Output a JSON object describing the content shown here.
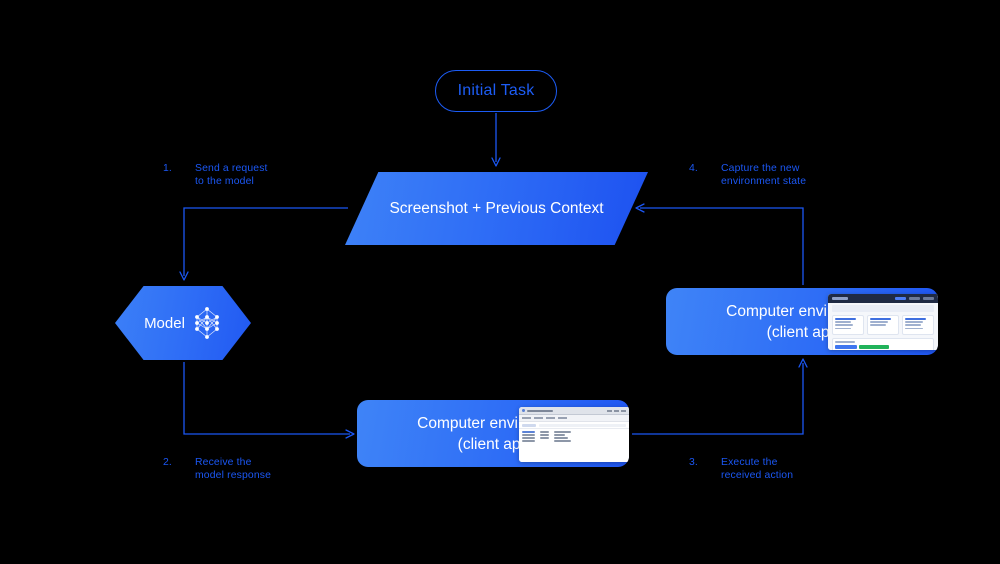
{
  "diagram": {
    "title_node": {
      "label": "Initial Task"
    },
    "context_node": {
      "label": "Screenshot + Previous Context"
    },
    "model_node": {
      "label": "Model",
      "icon": "neural-network-icon"
    },
    "env_right": {
      "label": "Computer environment\n(client app)",
      "line1": "Computer environment",
      "line2": "(client app)"
    },
    "env_bottom": {
      "label": "Computer environment\n(client app)",
      "line1": "Computer environment",
      "line2": "(client app)"
    },
    "steps": [
      {
        "num": "1.",
        "line1": "Send a request",
        "line2": "to the model"
      },
      {
        "num": "2.",
        "line1": "Receive the",
        "line2": "model response"
      },
      {
        "num": "3.",
        "line1": "Execute the",
        "line2": "received action"
      },
      {
        "num": "4.",
        "line1": "Capture the new",
        "line2": "environment state"
      }
    ],
    "colors": {
      "background": "#000000",
      "accent_blue": "#1b57f4",
      "gradient_light": "#3f84f7",
      "gradient_dark": "#1d51f0",
      "text_on_fill": "#ffffff"
    }
  }
}
